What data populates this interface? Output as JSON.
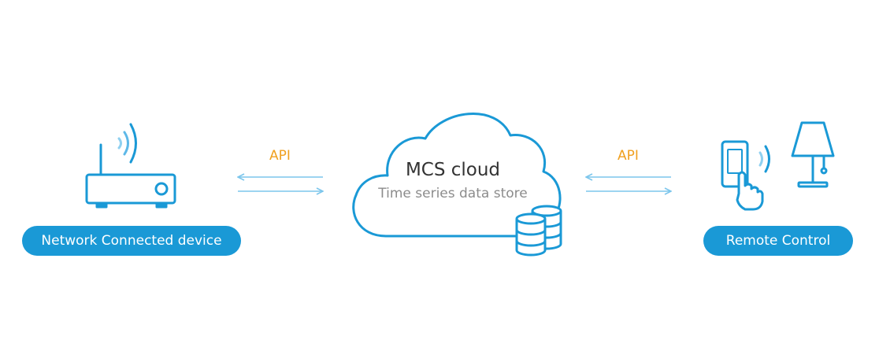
{
  "colors": {
    "primary": "#1a99d6",
    "arrow": "#7cc6ec",
    "api": "#f0a020",
    "title_text": "#333333",
    "sub_text": "#8c8c8c"
  },
  "left_node": {
    "label": "Network Connected device",
    "icon": "router-icon"
  },
  "right_node": {
    "label": "Remote Control",
    "icons": [
      "smartphone-touch-icon",
      "lamp-icon"
    ]
  },
  "cloud": {
    "title": "MCS cloud",
    "subtitle": "Time series data store",
    "icon": "database-icon"
  },
  "left_link": {
    "label": "API"
  },
  "right_link": {
    "label": "API"
  }
}
